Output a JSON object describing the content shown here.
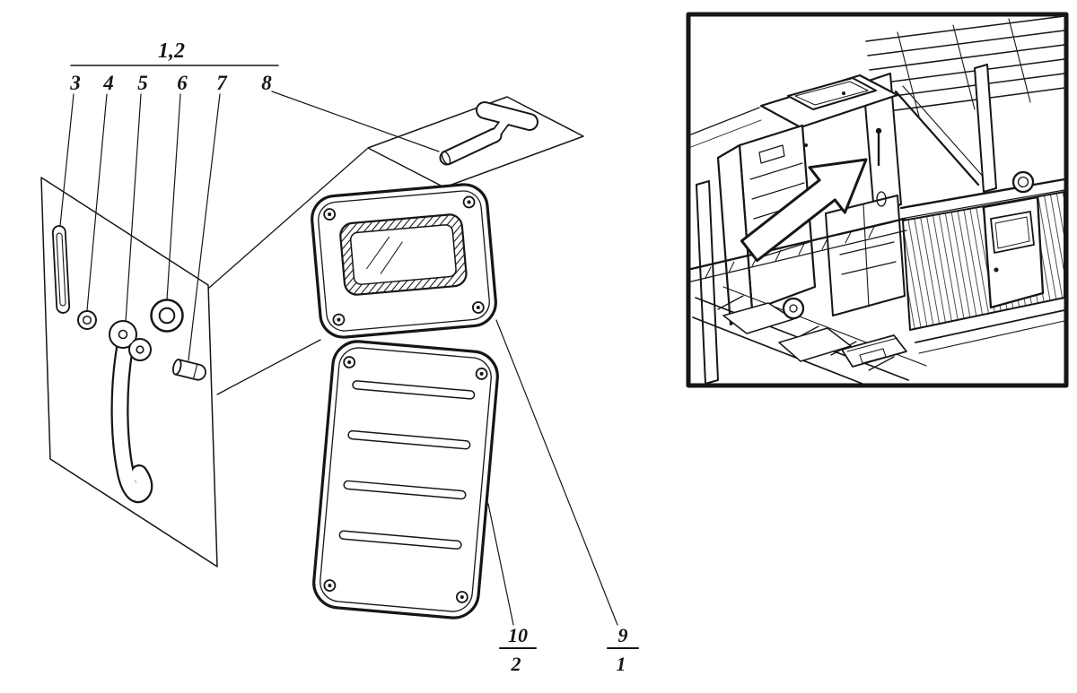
{
  "figure": {
    "type": "exploded-parts-diagram",
    "bracket_label": "1,2",
    "callouts": [
      {
        "label": "3"
      },
      {
        "label": "4"
      },
      {
        "label": "5"
      },
      {
        "label": "6"
      },
      {
        "label": "7"
      },
      {
        "label": "8"
      }
    ],
    "refs": [
      {
        "numerator": "10",
        "denominator": "2"
      },
      {
        "numerator": "9",
        "denominator": "1"
      }
    ],
    "colors": {
      "ink": "#161616",
      "paper": "#ffffff"
    }
  }
}
